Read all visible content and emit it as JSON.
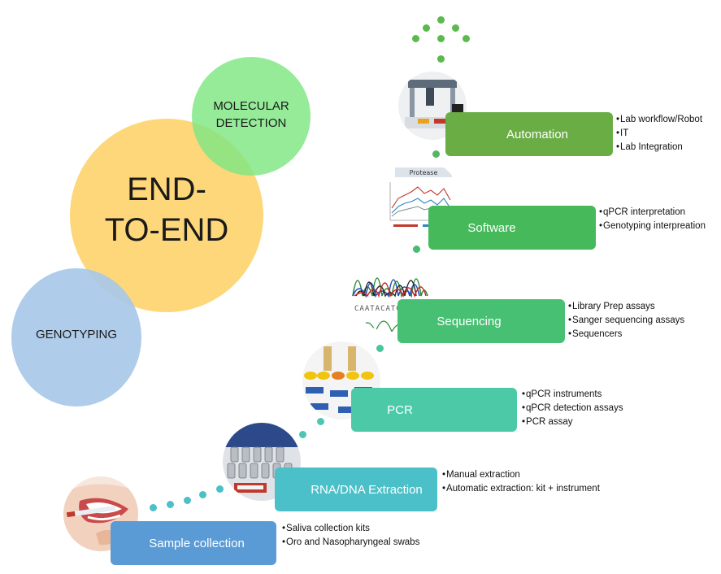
{
  "venn": {
    "center": "END-\nTO-END",
    "molecular": "MOLECULAR\nDETECTION",
    "genotyping": "GENOTYPING"
  },
  "steps": [
    {
      "label": "Sample collection",
      "color": "#5b9bd5",
      "bullets": [
        "Saliva collection kits",
        "Oro and Nasopharyngeal swabs"
      ]
    },
    {
      "label": "RNA/DNA Extraction",
      "color": "#4bc0c8",
      "bullets": [
        "Manual extraction",
        "Automatic extraction: kit + instrument"
      ]
    },
    {
      "label": "PCR",
      "color": "#4ccaa8",
      "bullets": [
        "qPCR instruments",
        "qPCR detection assays",
        "PCR assay"
      ]
    },
    {
      "label": "Sequencing",
      "color": "#47c073",
      "bullets": [
        "Library Prep assays",
        "Sanger sequencing assays",
        "Sequencers"
      ]
    },
    {
      "label": "Software",
      "color": "#46b95a",
      "bullets": [
        "qPCR interpretation",
        "Genotyping interpreation"
      ]
    },
    {
      "label": "Automation",
      "color": "#6aad44",
      "bullets": [
        "Lab workflow/Robot",
        "IT",
        "Lab Integration"
      ]
    }
  ],
  "chart_title": "Protease"
}
